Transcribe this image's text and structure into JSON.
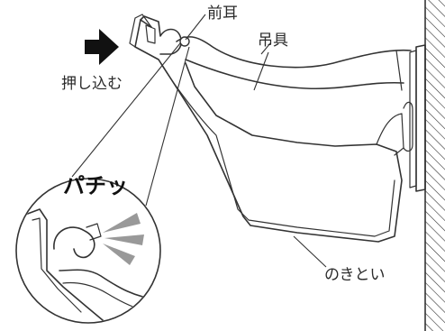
{
  "labels": {
    "front_ear": "前耳",
    "hanger": "吊具",
    "push_in": "押し込む",
    "snap_sound": "パチッ",
    "gutter": "のきとい"
  }
}
